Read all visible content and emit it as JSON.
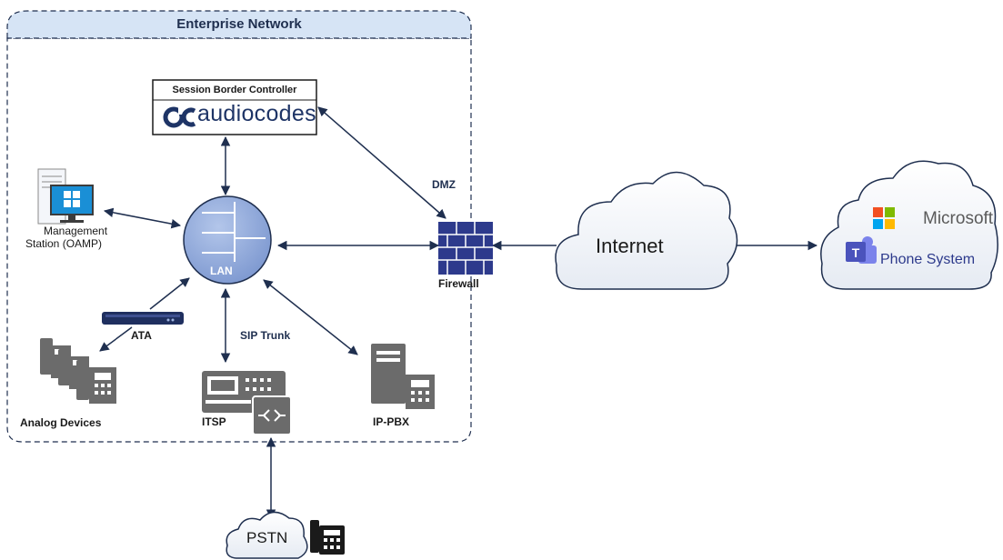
{
  "enterprise": {
    "title": "Enterprise Network"
  },
  "sbc": {
    "title": "Session Border Controller",
    "brand": "audiocodes"
  },
  "nodes": {
    "lan": "LAN",
    "management": [
      "Management",
      "Station (OAMP)"
    ],
    "firewall": "Firewall",
    "dmz": "DMZ",
    "internet": "Internet",
    "microsoft": "Microsoft",
    "phone_system": "Phone System",
    "ata": "ATA",
    "sip_trunk": "SIP Trunk",
    "analog_devices": "Analog Devices",
    "itsp": "ITSP",
    "ip_pbx": "IP-PBX",
    "pstn": "PSTN"
  },
  "colors": {
    "navy": "#1f2f4f",
    "lan_fill": "#8fa9dc",
    "firewall_fill": "#2d3a8c",
    "device_gray": "#6b6b6b",
    "windows_blue": "#1a8fd6",
    "teams_purple": "#5059c9",
    "ms_red": "#f25022",
    "ms_green": "#7fba00",
    "ms_blue": "#00a4ef",
    "ms_yellow": "#ffb900"
  }
}
